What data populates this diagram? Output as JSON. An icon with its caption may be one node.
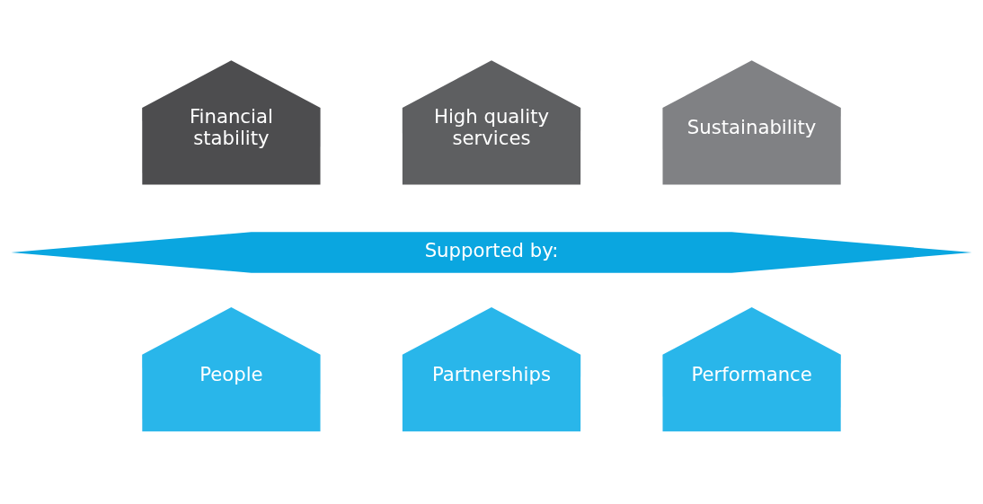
{
  "diagram": {
    "nodes": [
      {
        "text": [
          "Financial stability"
        ]
      },
      {
        "text": [
          "High quality services"
        ]
      },
      {
        "text": [
          "Sustainability"
        ]
      },
      {
        "text": [
          "Supported by:"
        ]
      },
      {
        "text": [
          "People"
        ]
      },
      {
        "text": [
          "Partnerships"
        ]
      },
      {
        "text": [
          "Performance"
        ]
      }
    ]
  }
}
